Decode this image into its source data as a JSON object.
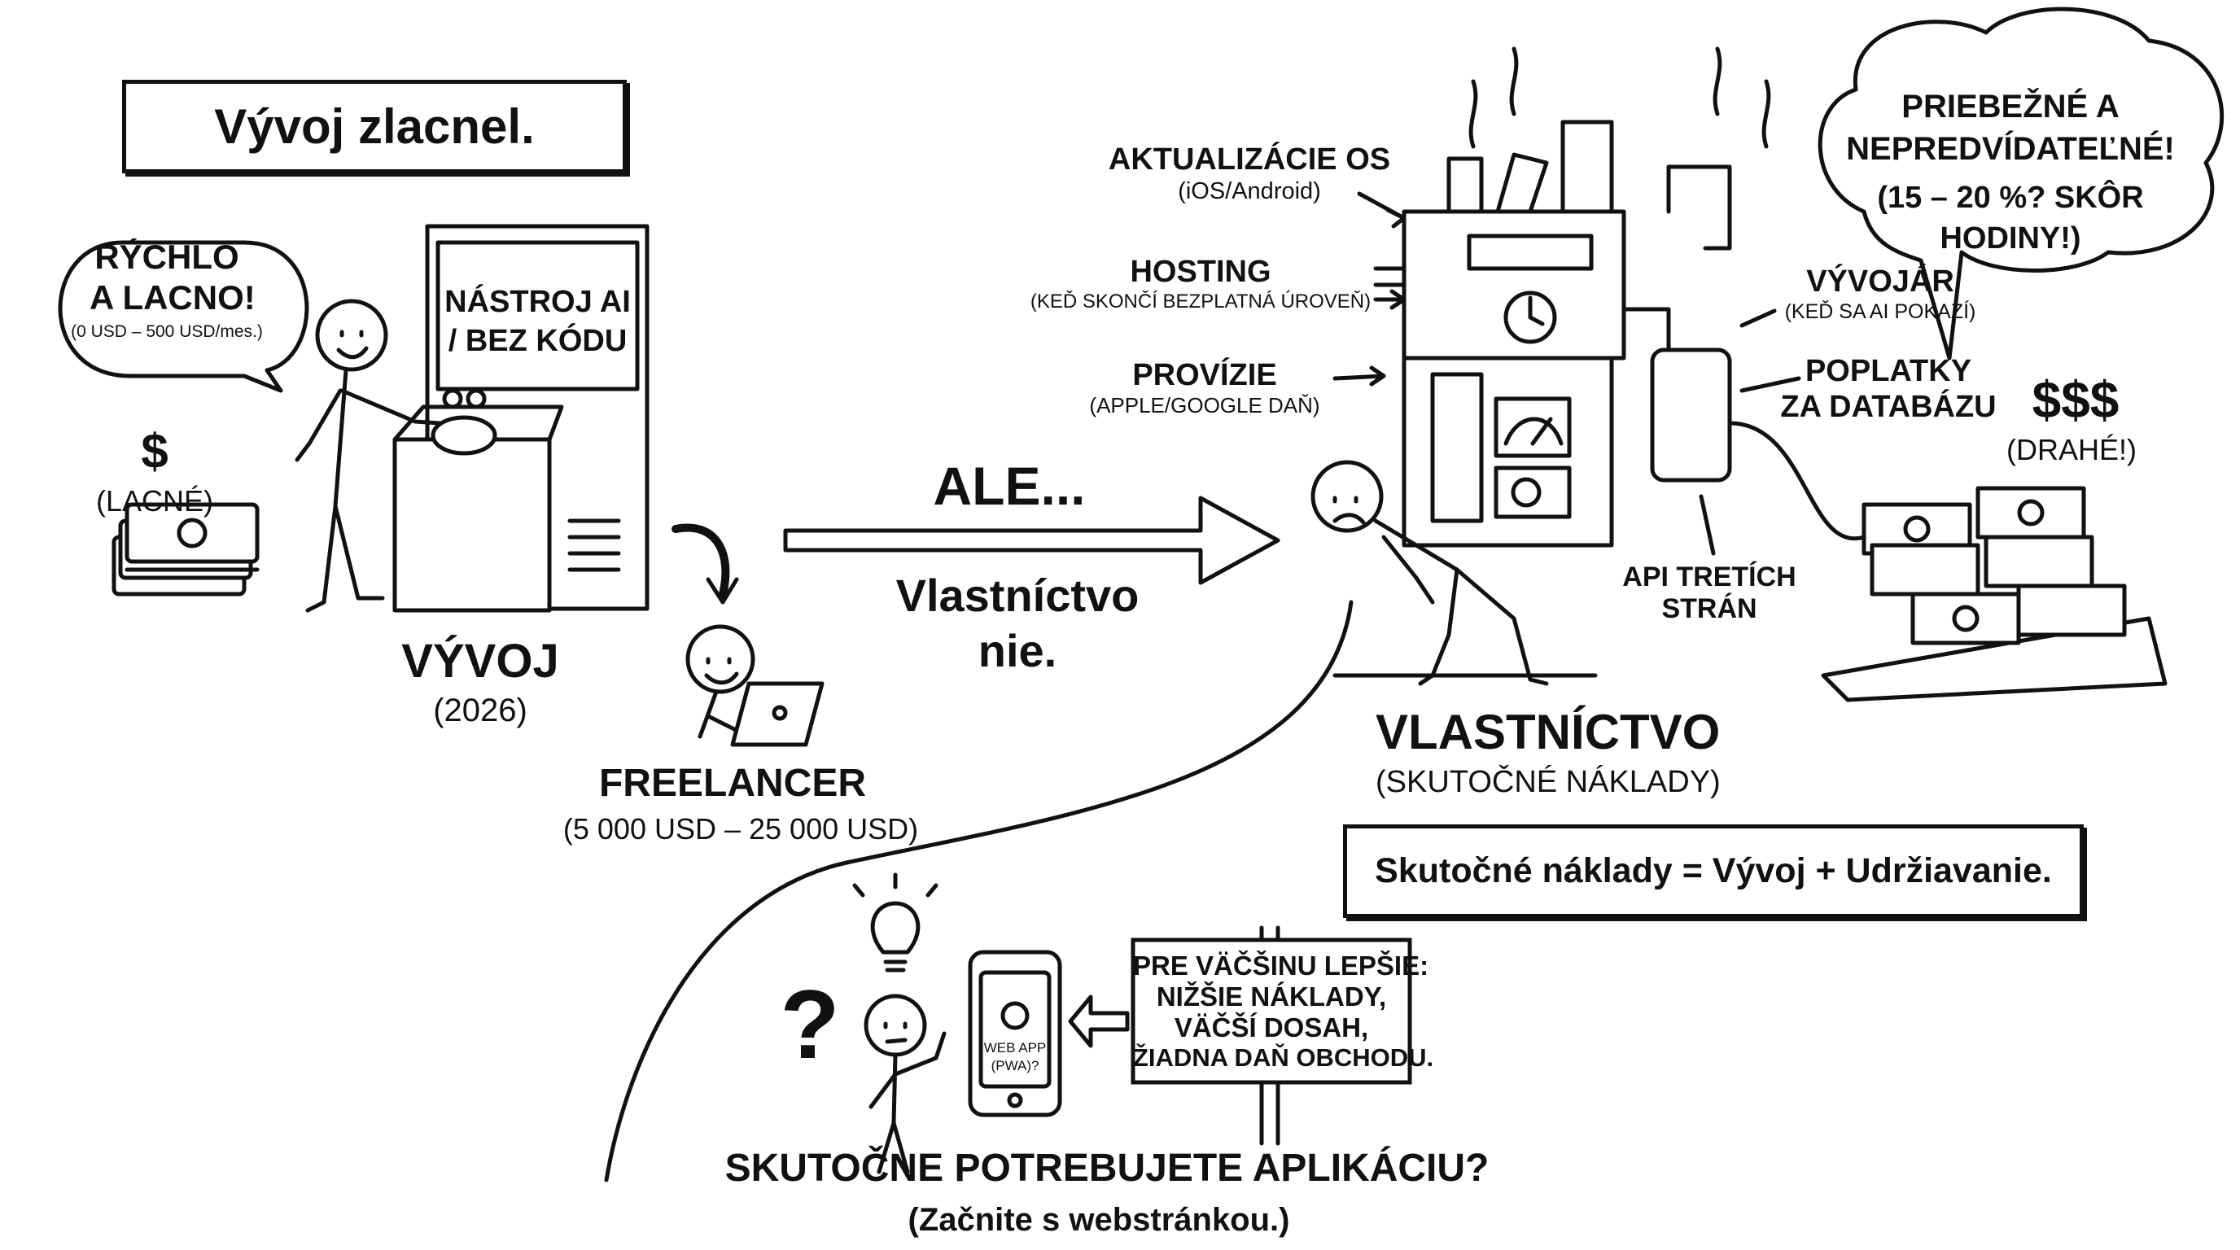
{
  "headline": "Vývoj zlacnel.",
  "left": {
    "speech_line1": "RÝCHLO",
    "speech_line2": "A LACNO!",
    "speech_small": "(0 USD – 500 USD/mes.)",
    "cheap_symbol": "$",
    "cheap_label": "(LACNÉ)",
    "machine_line1": "NÁSTROJ AI",
    "machine_line2": "/ BEZ KÓDU",
    "dev_title": "VÝVOJ",
    "dev_year": "(2026)",
    "freelancer_title": "FREELANCER",
    "freelancer_price": "(5 000 USD – 25 000 USD)"
  },
  "middle": {
    "but": "ALE...",
    "ownership_line1": "Vlastníctvo",
    "ownership_line2": "nie."
  },
  "right": {
    "labels": [
      {
        "main": "AKTUALIZÁCIE OS",
        "sub": "(iOS/Android)"
      },
      {
        "main": "HOSTING",
        "sub": "(KEĎ SKONČÍ BEZPLATNÁ ÚROVEŇ)"
      },
      {
        "main": "PROVÍZIE",
        "sub": "(APPLE/GOOGLE DAŇ)"
      },
      {
        "main": "VÝVOJÁR",
        "sub": "(KEĎ SA AI POKAZÍ)"
      },
      {
        "main": "POPLATKY",
        "sub": "ZA DATABÁZU"
      },
      {
        "main": "API TRETÍCH",
        "sub": "STRÁN"
      }
    ],
    "cloud_line1": "PRIEBEŽNÉ A",
    "cloud_line2": "NEPREDVÍDATEĽNÉ!",
    "cloud_line3": "(15 – 20 %? SKÔR",
    "cloud_line4": "HODINY!)",
    "expensive_symbol": "$$$",
    "expensive_label": "(DRAHÉ!)",
    "own_title": "VLASTNÍCTVO",
    "own_sub": "(SKUTOČNÉ NÁKLADY)",
    "equation": "Skutočné náklady = Vývoj + Udržiavanie."
  },
  "bottom": {
    "phone_line1": "WEB APP",
    "phone_line2": "(PWA)?",
    "sign_lines": [
      "PRE VÄČŠINU LEPŠIE:",
      "NIŽŠIE NÁKLADY,",
      "VÄČŠÍ DOSAH,",
      "ŽIADNA DAŇ OBCHODU."
    ],
    "question": "SKUTOČNE POTREBUJETE APLIKÁCIU?",
    "answer": "(Začnite s webstránkou.)"
  }
}
